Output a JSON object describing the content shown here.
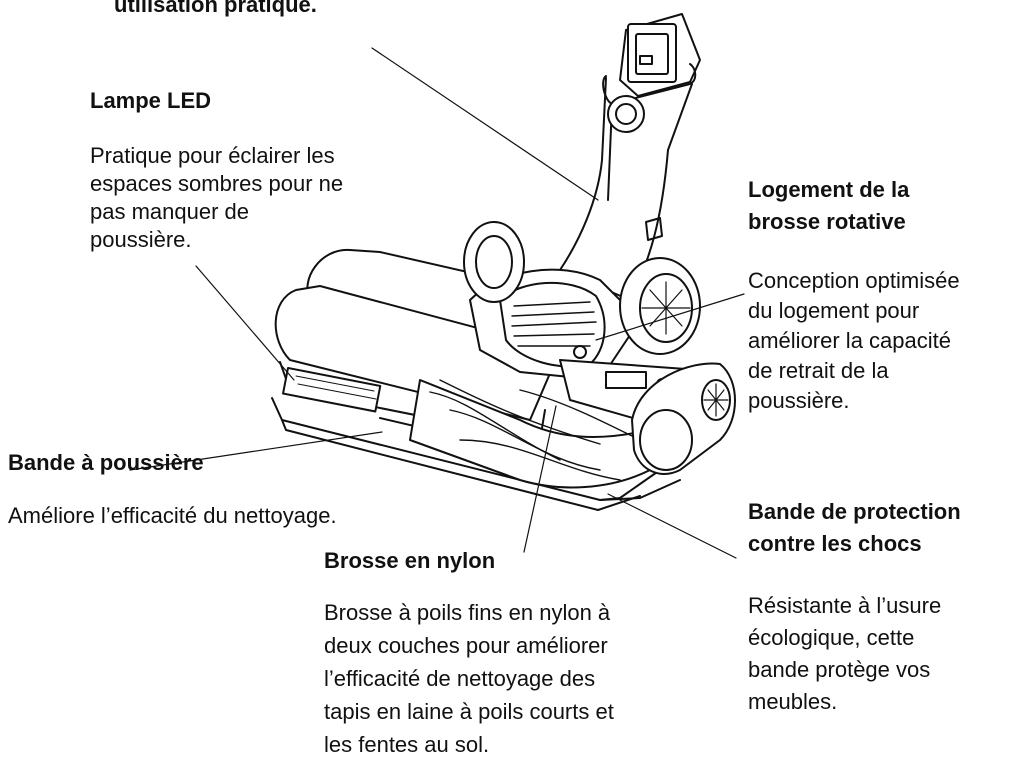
{
  "top_note": "utilisation pratique.",
  "callouts": {
    "led": {
      "title": "Lampe LED",
      "lines": [
        "Pratique pour éclairer les",
        "espaces sombres pour ne",
        "pas manquer de",
        "poussière."
      ]
    },
    "housing": {
      "title_lines": [
        "Logement de la",
        "brosse rotative"
      ],
      "lines": [
        "Conception optimisée",
        "du logement pour",
        "améliorer la capacité",
        "de retrait de la",
        "poussière."
      ]
    },
    "dust_strip": {
      "title": "Bande à poussière",
      "lines": [
        "Améliore l’efficacité du nettoyage."
      ]
    },
    "nylon": {
      "title": "Brosse en nylon",
      "lines": [
        "Brosse à poils fins en nylon à",
        "deux couches pour améliorer",
        "l’efficacité de nettoyage des",
        "tapis en laine à poils courts et",
        "les fentes au sol."
      ]
    },
    "bumper": {
      "title_lines": [
        "Bande de protection",
        "contre les chocs"
      ],
      "lines": [
        "Résistante à l’usure",
        "écologique, cette",
        "bande protège vos",
        "meubles."
      ]
    }
  }
}
